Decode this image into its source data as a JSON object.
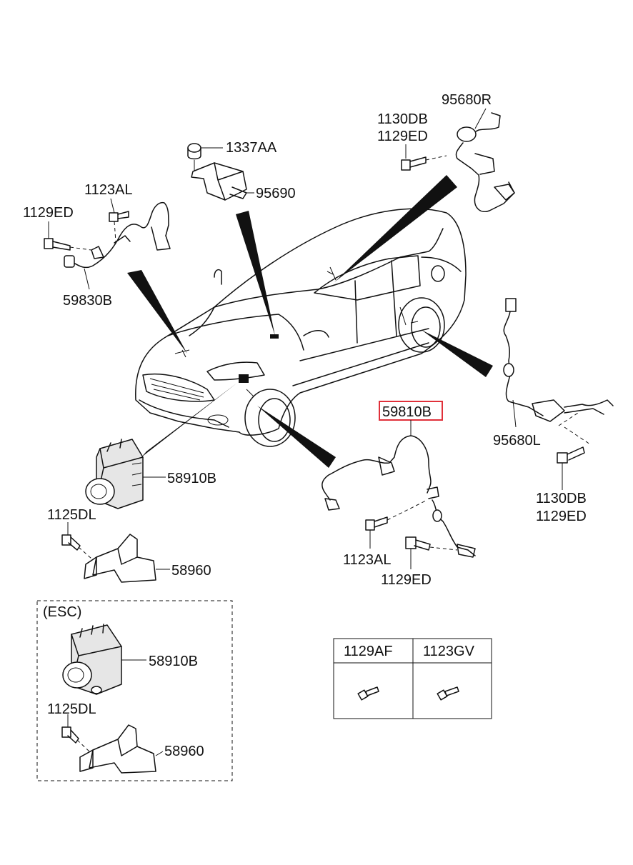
{
  "colors": {
    "highlight": "#e0303a",
    "ink": "#111111"
  },
  "labels": {
    "p1337AA": "1337AA",
    "p95690": "95690",
    "p1130DB_top": "1130DB",
    "p1129ED_top": "1129ED",
    "p95680R": "95680R",
    "p1123AL_left": "1123AL",
    "p1129ED_left": "1129ED",
    "p59830B": "59830B",
    "p95680L": "95680L",
    "p1130DB_right": "1130DB",
    "p1129ED_right": "1129ED",
    "p59810B": "59810B",
    "p58910B": "58910B",
    "p1125DL": "1125DL",
    "p58960": "58960",
    "p1123AL_bottom": "1123AL",
    "p1129ED_bottom": "1129ED"
  },
  "esc": {
    "title": "(ESC)",
    "p58910B": "58910B",
    "p1125DL": "1125DL",
    "p58960": "58960"
  },
  "table": {
    "headers": [
      "1129AF",
      "1123GV"
    ]
  }
}
